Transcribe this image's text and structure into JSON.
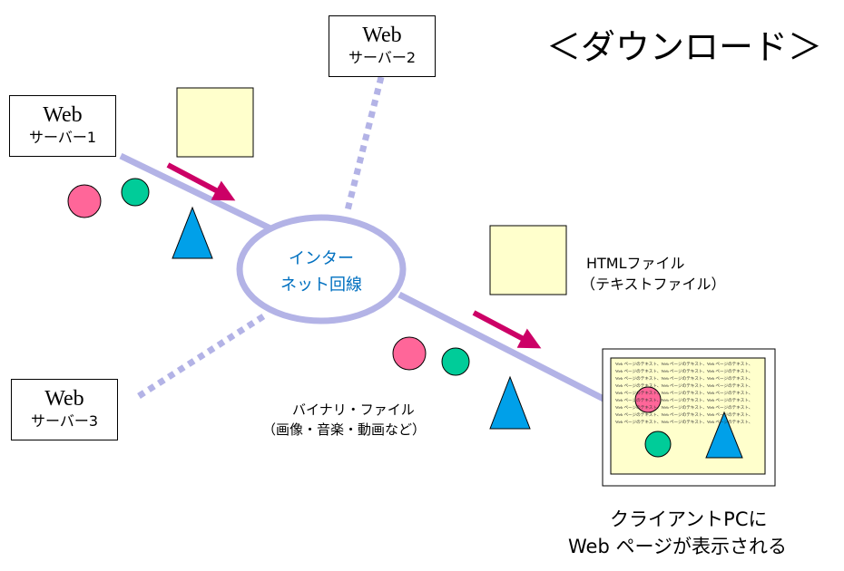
{
  "title": "＜ダウンロード＞",
  "servers": [
    {
      "line1": "Web",
      "line2": "サーバー1"
    },
    {
      "line1": "Web",
      "line2": "サーバー2"
    },
    {
      "line1": "Web",
      "line2": "サーバー3"
    }
  ],
  "internet": {
    "line1": "インター",
    "line2": "ネット回線"
  },
  "html_file": {
    "line1": "HTMLファイル",
    "line2": "（テキストファイル）"
  },
  "binary_file": {
    "line1": "バイナリ・ファイル",
    "line2": "（画像・音楽・動画など）"
  },
  "client": {
    "line1": "クライアントPCに",
    "line2": "Web ページが表示される"
  },
  "page_filler": "Web ページのテキスト",
  "colors": {
    "line": "#b3b3e6",
    "arrow": "#cc0066",
    "document": "#ffffcc",
    "circle_pink": "#ff6699",
    "circle_green": "#00cc99",
    "triangle": "#00a0e9",
    "internet_text": "#0070c0"
  }
}
